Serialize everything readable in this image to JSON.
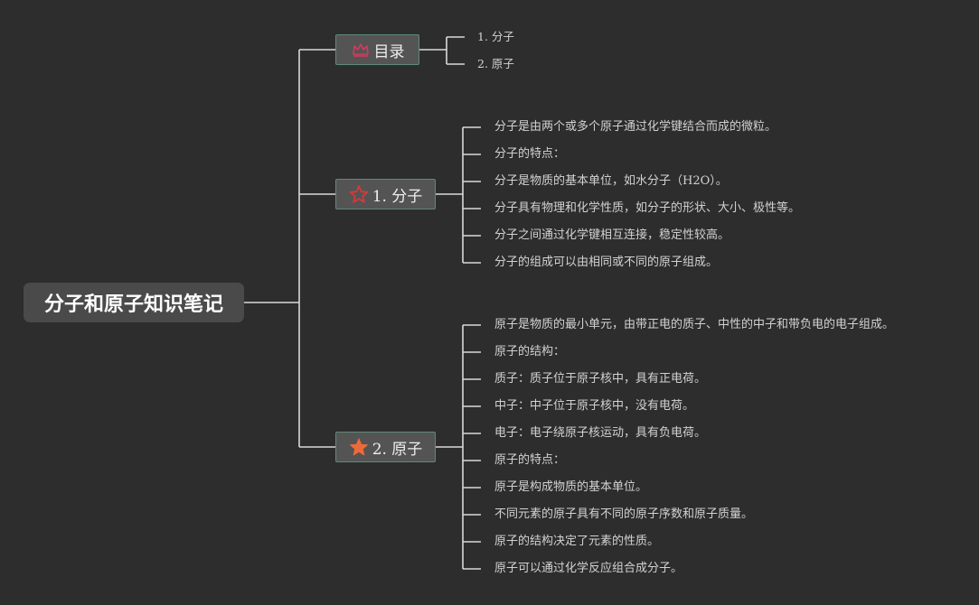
{
  "root": {
    "title": "分子和原子知识笔记"
  },
  "branches": [
    {
      "label": "目录",
      "icon": "outline-crown-icon",
      "icon_color": "#d43a5a",
      "children": [
        "1. 分子",
        "2. 原子"
      ]
    },
    {
      "label": "1. 分子",
      "icon": "outline-star-icon",
      "icon_color": "#d43a3a",
      "children": [
        "分子是由两个或多个原子通过化学键结合而成的微粒。",
        "分子的特点：",
        "分子是物质的基本单位，如水分子（H2O）。",
        "分子具有物理和化学性质，如分子的形状、大小、极性等。",
        "分子之间通过化学键相互连接，稳定性较高。",
        "分子的组成可以由相同或不同的原子组成。"
      ]
    },
    {
      "label": "2. 原子",
      "icon": "filled-star-icon",
      "icon_color": "#ef6a3a",
      "children": [
        "原子是物质的最小单元，由带正电的质子、中性的中子和带负电的电子组成。",
        "原子的结构：",
        "质子：质子位于原子核中，具有正电荷。",
        "中子：中子位于原子核中，没有电荷。",
        "电子：电子绕原子核运动，具有负电荷。",
        "原子的特点：",
        "原子是构成物质的基本单位。",
        "不同元素的原子具有不同的原子序数和原子质量。",
        "原子的结构决定了元素的性质。",
        "原子可以通过化学反应组合成分子。"
      ]
    }
  ],
  "colors": {
    "background": "#2d2d2d",
    "connector": "#d9d9d9",
    "branch_border": "#5f8a7a"
  }
}
